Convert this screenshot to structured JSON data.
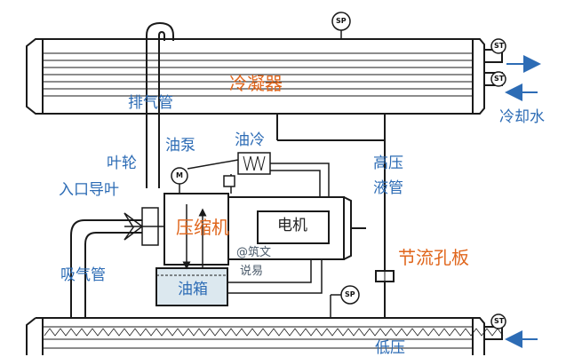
{
  "labels": {
    "condenser": "冷凝器",
    "discharge_pipe": "排气管",
    "cooling_water": "冷却水",
    "oil_pump": "油泵",
    "oil_cooler": "油冷",
    "impeller": "叶轮",
    "inlet_guide_vane": "入口导叶",
    "compressor": "压缩机",
    "motor": "电机",
    "suction_pipe": "吸气管",
    "oil_tank": "油箱",
    "high_pressure_liquid_pipe_1": "高压",
    "high_pressure_liquid_pipe_2": "液管",
    "orifice_plate": "节流孔板",
    "low_pressure": "低压",
    "watermark_1": "@筑文",
    "watermark_2": "说易"
  },
  "badges": {
    "sp": "SP",
    "st": "ST",
    "motor_symbol": "M"
  },
  "colors": {
    "line": "#1a1a1a",
    "blue_text": "#2d6cb5",
    "orange_text": "#e0661c",
    "arrow": "#2d6cb5",
    "oil_tank_fill": "#dce8ef"
  }
}
